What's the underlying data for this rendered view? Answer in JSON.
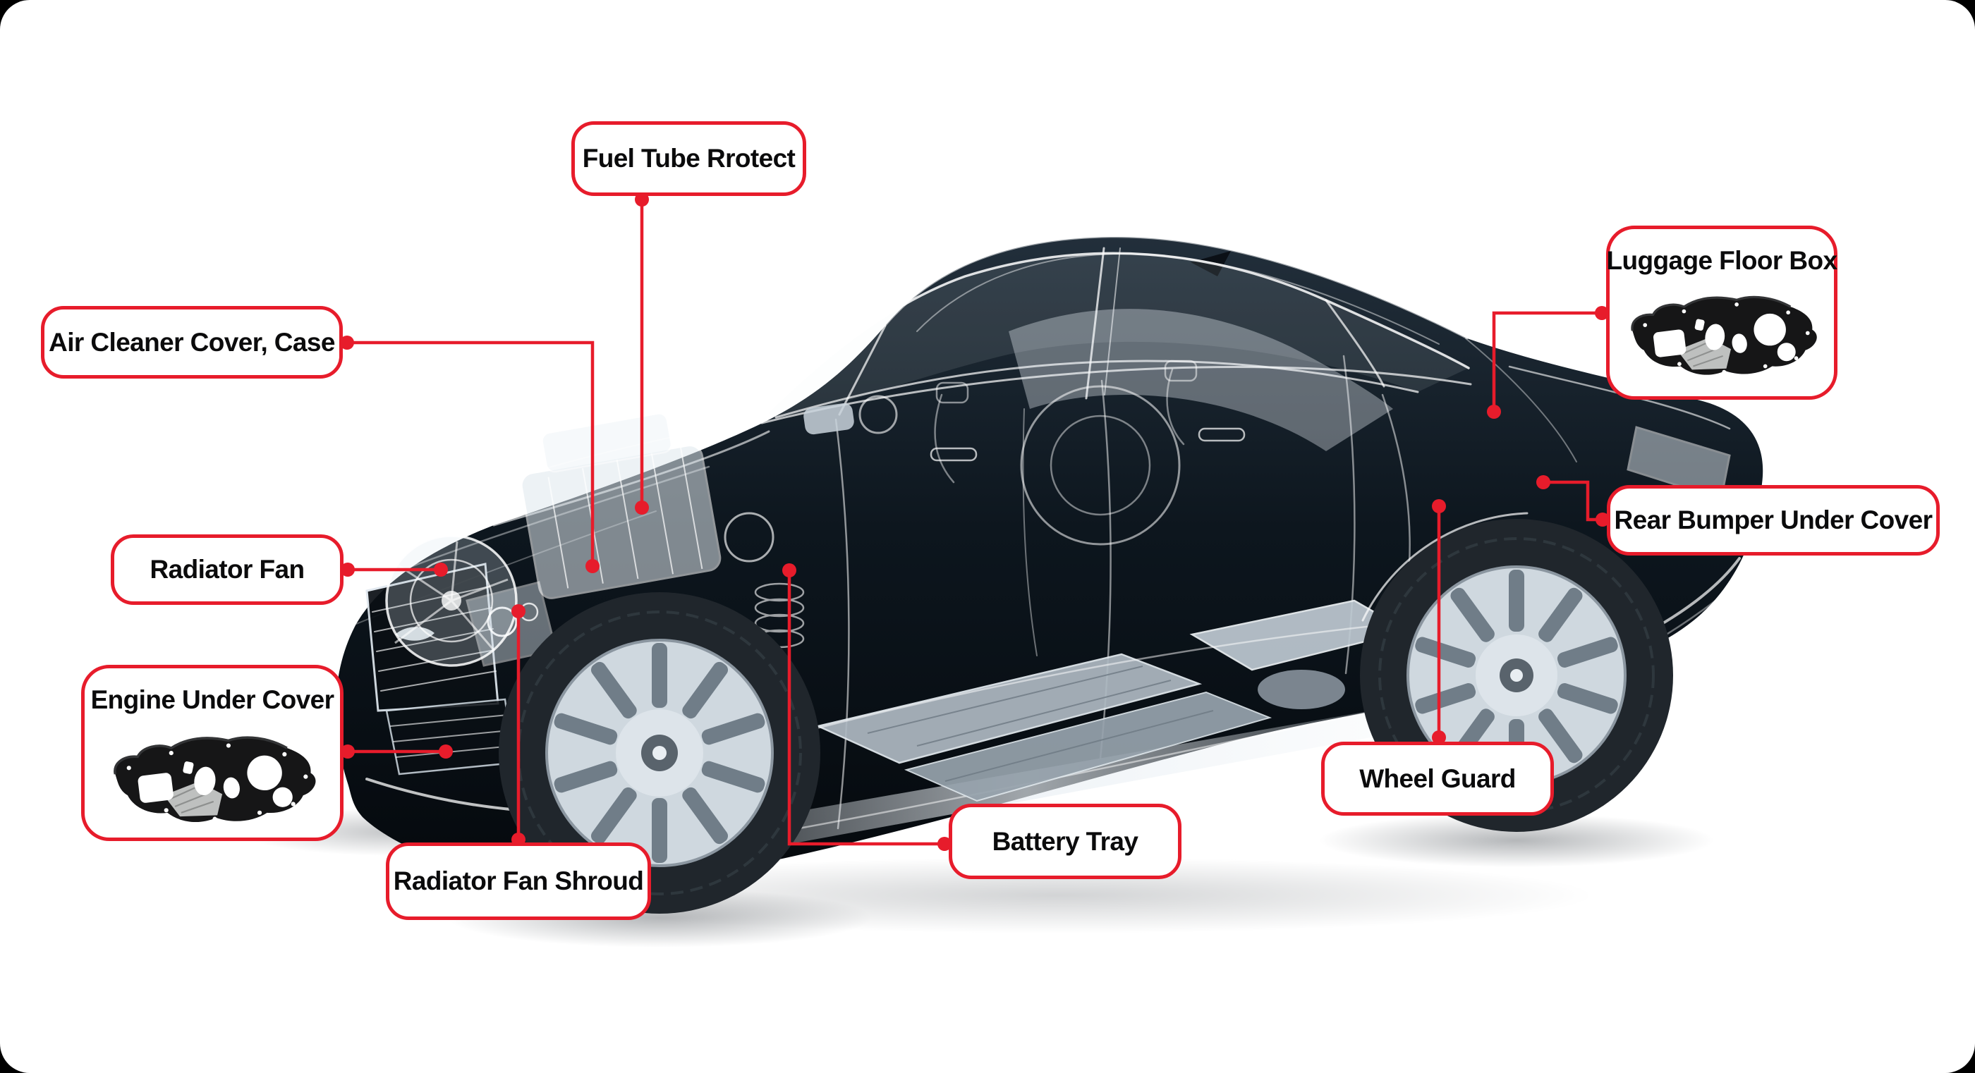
{
  "theme": {
    "page_background": "#000000",
    "card_background": "#ffffff",
    "accent_red": "#e71c2b",
    "label_text_color": "#0b0b0c"
  },
  "labels": {
    "fuel_tube_protect": {
      "text": "Fuel Tube Rrotect"
    },
    "air_cleaner_cover_case": {
      "text": "Air Cleaner Cover, Case"
    },
    "radiator_fan": {
      "text": "Radiator Fan"
    },
    "engine_under_cover": {
      "text": "Engine Under Cover"
    },
    "radiator_fan_shroud": {
      "text": "Radiator Fan Shroud"
    },
    "battery_tray": {
      "text": "Battery Tray"
    },
    "wheel_guard": {
      "text": "Wheel Guard"
    },
    "rear_bumper_under_cover": {
      "text": "Rear Bumper Under Cover"
    },
    "luggage_floor_box": {
      "text": "Luggage Floor Box"
    }
  },
  "icons": {
    "engine_under_cover_part": "molded-under-cover-part-image",
    "luggage_floor_box_part": "molded-under-cover-part-image"
  }
}
